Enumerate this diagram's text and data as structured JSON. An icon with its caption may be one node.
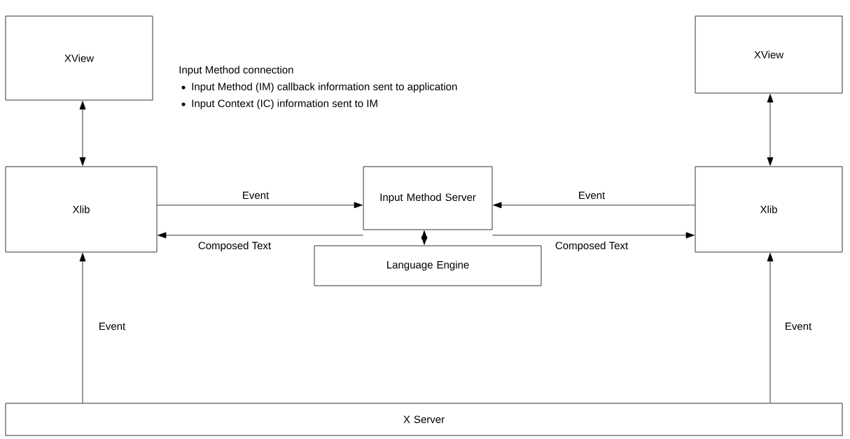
{
  "diagram": {
    "nodes": [
      {
        "text": [
          "XView"
        ]
      },
      {
        "text": [
          "XView"
        ]
      },
      {
        "text": [
          "Xlib"
        ]
      },
      {
        "text": [
          "Input Method Server"
        ]
      },
      {
        "text": [
          "Xlib"
        ]
      },
      {
        "text": [
          "Language Engine"
        ]
      },
      {
        "text": [
          "X Server"
        ]
      }
    ],
    "edges": [
      {
        "from": 0,
        "to": 2,
        "arrow": "both"
      },
      {
        "from": 1,
        "to": 4,
        "arrow": "both"
      },
      {
        "from": 2,
        "to": 3,
        "arrow": "to",
        "label": "Event"
      },
      {
        "from": 3,
        "to": 2,
        "arrow": "to",
        "label": "Composed Text"
      },
      {
        "from": 4,
        "to": 3,
        "arrow": "to",
        "label": "Event"
      },
      {
        "from": 3,
        "to": 4,
        "arrow": "to",
        "label": "Composed Text"
      },
      {
        "from": 3,
        "to": 5,
        "arrow": "both"
      },
      {
        "from": 6,
        "to": 2,
        "arrow": "to",
        "label": "Event"
      },
      {
        "from": 6,
        "to": 4,
        "arrow": "to",
        "label": "Event"
      }
    ],
    "labels": [
      "Input Method connection",
      "Input Method (IM) callback information sent to application",
      "Input Context (IC) information sent to IM"
    ]
  }
}
